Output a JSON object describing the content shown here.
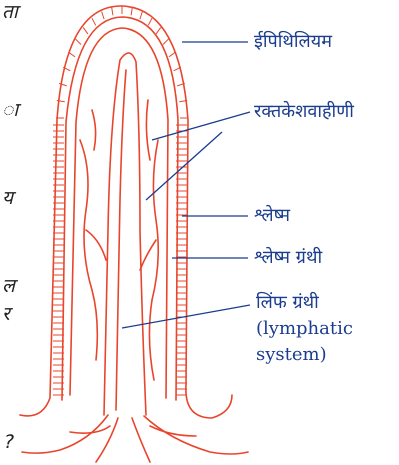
{
  "labels": {
    "epithelium": "ईपिथिलियम",
    "capillaries": "रक्तकेशवाहीणी",
    "mucus": "श्लेष्म",
    "mucus_gland": "श्लेष्म ग्रंथी",
    "lymph_gland": "लिंफ ग्रंथी",
    "lymphatic_line1": "(lymphatic",
    "lymphatic_line2": "system)"
  },
  "left_edge_text": [
    "ता",
    "ा",
    "य",
    "ल",
    "र",
    "?"
  ],
  "colors": {
    "label_text": "#1b3d8f",
    "leader_line": "#1b3d8f",
    "drawing": "#e8452c"
  }
}
